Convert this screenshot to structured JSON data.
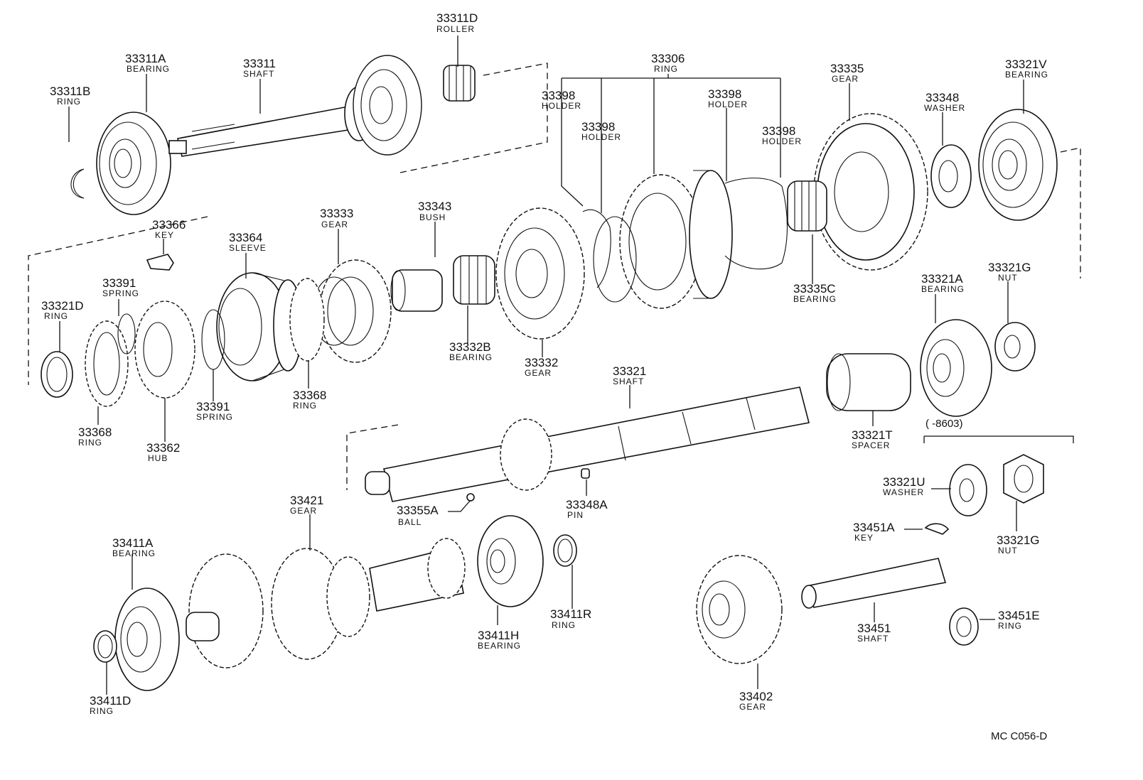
{
  "figure_code": "MC  C056-D",
  "date_note": "(        -8603)",
  "parts": [
    {
      "id": "p33311B",
      "number": "33311B",
      "name": "RING"
    },
    {
      "id": "p33311A",
      "number": "33311A",
      "name": "BEARING"
    },
    {
      "id": "p33311",
      "number": "33311",
      "name": "SHAFT"
    },
    {
      "id": "p33311D",
      "number": "33311D",
      "name": "ROLLER"
    },
    {
      "id": "p33306",
      "number": "33306",
      "name": "RING"
    },
    {
      "id": "p33398a",
      "number": "33398",
      "name": "HOLDER"
    },
    {
      "id": "p33398b",
      "number": "33398",
      "name": "HOLDER"
    },
    {
      "id": "p33398c",
      "number": "33398",
      "name": "HOLDER"
    },
    {
      "id": "p33398d",
      "number": "33398",
      "name": "HOLDER"
    },
    {
      "id": "p33335",
      "number": "33335",
      "name": "GEAR"
    },
    {
      "id": "p33348",
      "number": "33348",
      "name": "WASHER"
    },
    {
      "id": "p33321V",
      "number": "33321V",
      "name": "BEARING"
    },
    {
      "id": "p33366",
      "number": "33366",
      "name": "KEY"
    },
    {
      "id": "p33364",
      "number": "33364",
      "name": "SLEEVE"
    },
    {
      "id": "p33333",
      "number": "33333",
      "name": "GEAR"
    },
    {
      "id": "p33343",
      "number": "33343",
      "name": "BUSH"
    },
    {
      "id": "p33335C",
      "number": "33335C",
      "name": "BEARING"
    },
    {
      "id": "p33321A",
      "number": "33321A",
      "name": "BEARING"
    },
    {
      "id": "p33321G1",
      "number": "33321G",
      "name": "NUT"
    },
    {
      "id": "p33391a",
      "number": "33391",
      "name": "SPRING"
    },
    {
      "id": "p33321D",
      "number": "33321D",
      "name": "RING"
    },
    {
      "id": "p33332B",
      "number": "33332B",
      "name": "BEARING"
    },
    {
      "id": "p33332",
      "number": "33332",
      "name": "GEAR"
    },
    {
      "id": "p33368a",
      "number": "33368",
      "name": "RING"
    },
    {
      "id": "p33391b",
      "number": "33391",
      "name": "SPRING"
    },
    {
      "id": "p33321",
      "number": "33321",
      "name": "SHAFT"
    },
    {
      "id": "p33368b",
      "number": "33368",
      "name": "RING"
    },
    {
      "id": "p33362",
      "number": "33362",
      "name": "HUB"
    },
    {
      "id": "p33321T",
      "number": "33321T",
      "name": "SPACER"
    },
    {
      "id": "p33321U",
      "number": "33321U",
      "name": "WASHER"
    },
    {
      "id": "p33421",
      "number": "33421",
      "name": "GEAR"
    },
    {
      "id": "p33355A",
      "number": "33355A",
      "name": "BALL"
    },
    {
      "id": "p33348A",
      "number": "33348A",
      "name": "PIN"
    },
    {
      "id": "p33451A",
      "number": "33451A",
      "name": "KEY"
    },
    {
      "id": "p33411A",
      "number": "33411A",
      "name": "BEARING"
    },
    {
      "id": "p33321G2",
      "number": "33321G",
      "name": "NUT"
    },
    {
      "id": "p33411R",
      "number": "33411R",
      "name": "RING"
    },
    {
      "id": "p33411H",
      "number": "33411H",
      "name": "BEARING"
    },
    {
      "id": "p33451",
      "number": "33451",
      "name": "SHAFT"
    },
    {
      "id": "p33451E",
      "number": "33451E",
      "name": "RING"
    },
    {
      "id": "p33411D",
      "number": "33411D",
      "name": "RING"
    },
    {
      "id": "p33402",
      "number": "33402",
      "name": "GEAR"
    }
  ]
}
